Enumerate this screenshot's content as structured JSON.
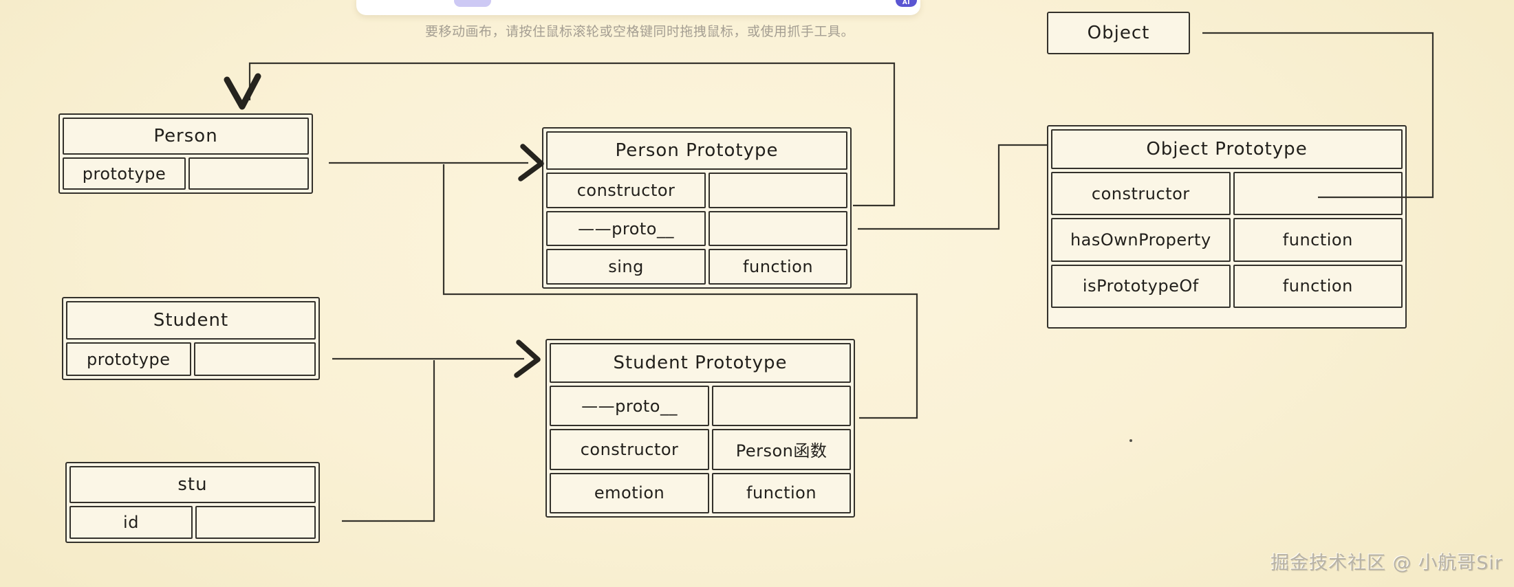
{
  "toolbar": {
    "ai_label": "AI"
  },
  "hint": "要移动画布，请按住鼠标滚轮或空格键同时拖拽鼠标，或使用抓手工具。",
  "watermark": "掘金技术社区 @ 小航哥Sir",
  "colors": {
    "background": "#faf1d5",
    "shape_fill": "#fbf6e6",
    "stroke": "#33312b",
    "accent_purple": "#5a55d2",
    "pill_lavender": "#cdc9f4",
    "hint_gray": "#a49e92",
    "watermark_gray": "#b7b2a6"
  },
  "tables": {
    "person": {
      "title": "Person",
      "rows": [
        [
          "prototype",
          ""
        ]
      ]
    },
    "student": {
      "title": "Student",
      "rows": [
        [
          "prototype",
          ""
        ]
      ]
    },
    "stu": {
      "title": "stu",
      "rows": [
        [
          "id",
          ""
        ]
      ]
    },
    "person_prototype": {
      "title": "Person Prototype",
      "rows": [
        [
          "constructor",
          ""
        ],
        [
          "——proto__",
          ""
        ],
        [
          "sing",
          "function"
        ]
      ]
    },
    "student_prototype": {
      "title": "Student Prototype",
      "rows": [
        [
          "——proto__",
          ""
        ],
        [
          "constructor",
          "Person函数"
        ],
        [
          "emotion",
          "function"
        ]
      ]
    },
    "object": {
      "title": "Object"
    },
    "object_prototype": {
      "title": "Object Prototype",
      "rows": [
        [
          "constructor",
          ""
        ],
        [
          "hasOwnProperty",
          "function"
        ],
        [
          "isPrototypeOf",
          "function"
        ]
      ]
    }
  }
}
